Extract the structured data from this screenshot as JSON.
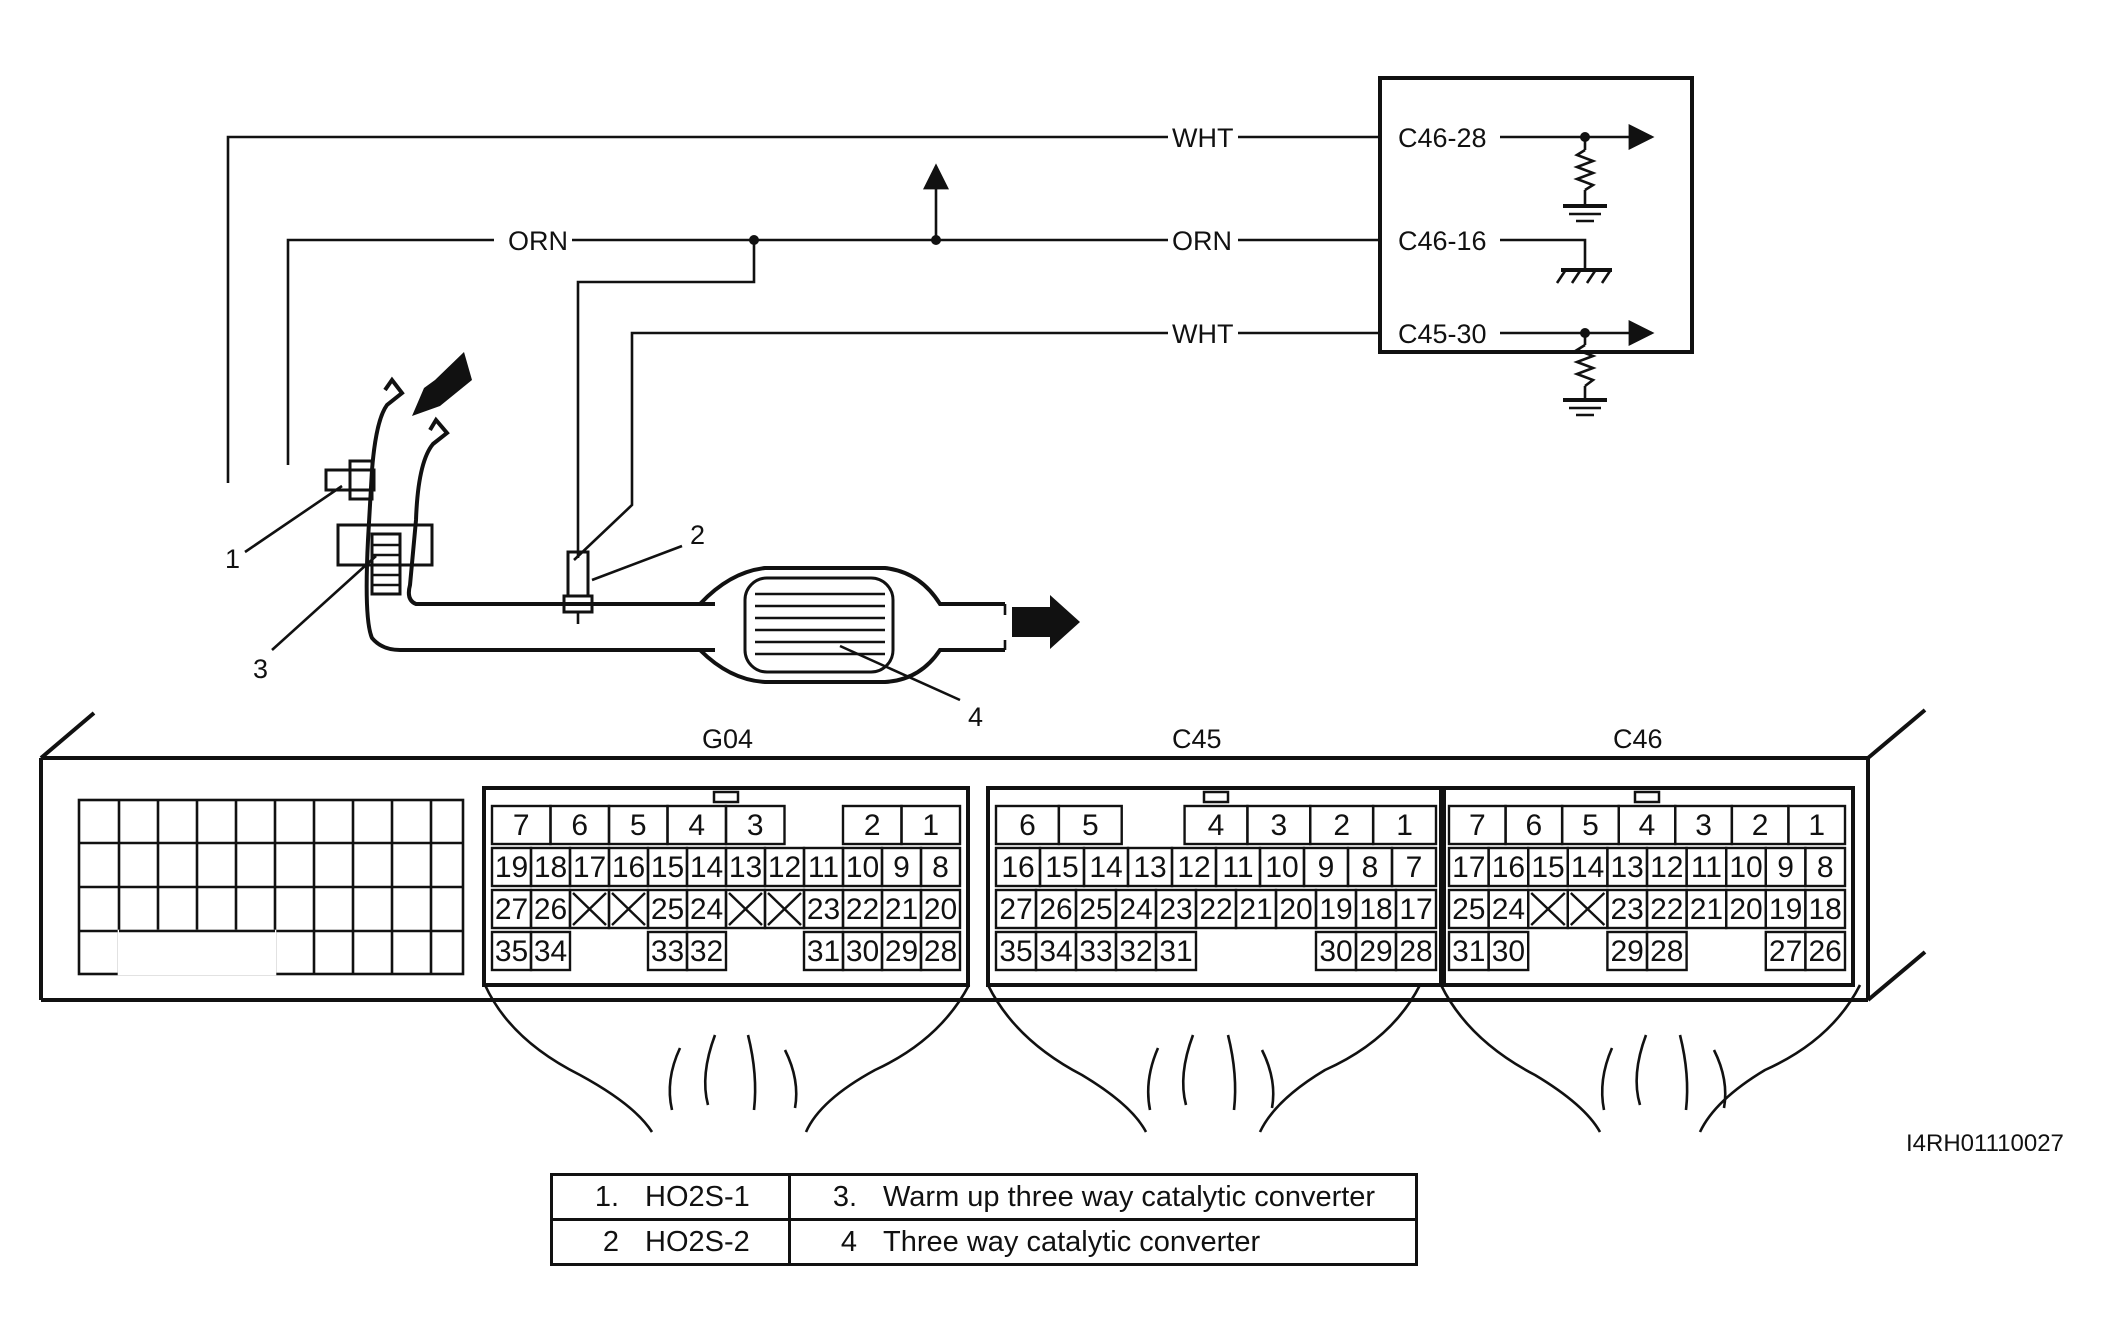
{
  "wiring": {
    "wire_top_color": "WHT",
    "wire_mid_left_color": "ORN",
    "wire_mid_right_color": "ORN",
    "wire_bottom_color": "WHT",
    "terminal_1": "C46-28",
    "terminal_2": "C46-16",
    "terminal_3": "C45-30"
  },
  "callouts": [
    "1",
    "2",
    "3",
    "4"
  ],
  "connectors": [
    {
      "name": "G04",
      "rows": [
        [
          "7",
          "6",
          "5",
          "4",
          "3",
          "",
          "2",
          "1"
        ],
        [
          "19",
          "18",
          "17",
          "16",
          "15",
          "14",
          "13",
          "12",
          "11",
          "10",
          "9",
          "8"
        ],
        [
          "27",
          "26",
          "X",
          "X",
          "25",
          "24",
          "X",
          "X",
          "23",
          "22",
          "21",
          "20"
        ],
        [
          "35",
          "34",
          "",
          "",
          "33",
          "32",
          "",
          "",
          "31",
          "30",
          "29",
          "28"
        ]
      ]
    },
    {
      "name": "C45",
      "rows": [
        [
          "6",
          "5",
          "",
          "4",
          "3",
          "2",
          "1"
        ],
        [
          "16",
          "15",
          "14",
          "13",
          "12",
          "11",
          "10",
          "9",
          "8",
          "7"
        ],
        [
          "27",
          "26",
          "25",
          "24",
          "23",
          "22",
          "21",
          "20",
          "19",
          "18",
          "17"
        ],
        [
          "35",
          "34",
          "33",
          "32",
          "31",
          "",
          "",
          "",
          "30",
          "29",
          "28"
        ]
      ]
    },
    {
      "name": "C46",
      "rows": [
        [
          "7",
          "6",
          "5",
          "4",
          "3",
          "2",
          "1"
        ],
        [
          "17",
          "16",
          "15",
          "14",
          "13",
          "12",
          "11",
          "10",
          "9",
          "8"
        ],
        [
          "25",
          "24",
          "X",
          "X",
          "23",
          "22",
          "21",
          "20",
          "19",
          "18"
        ],
        [
          "31",
          "30",
          "",
          "",
          "29",
          "28",
          "",
          "",
          "27",
          "26"
        ]
      ]
    }
  ],
  "figure_code": "I4RH01110027",
  "legend": [
    {
      "num_a": "1.",
      "text_a": "HO2S-1",
      "num_b": "3.",
      "text_b": "Warm up three way catalytic converter"
    },
    {
      "num_a": "2",
      "text_a": "HO2S-2",
      "num_b": "4",
      "text_b": "Three way catalytic converter"
    }
  ]
}
